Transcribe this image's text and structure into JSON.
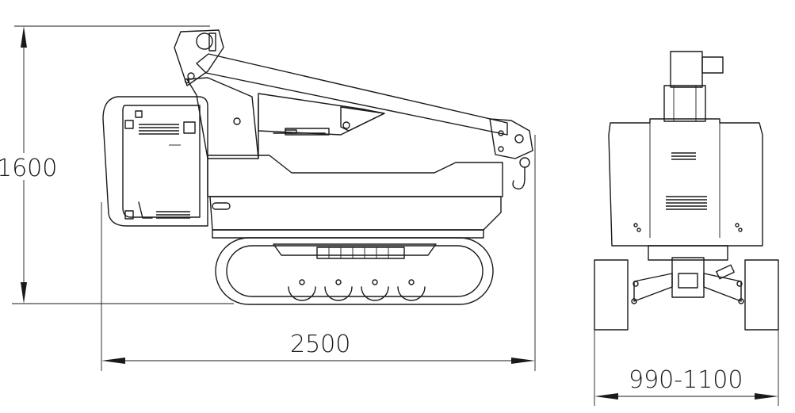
{
  "dimensions": {
    "height": "1600",
    "length": "2500",
    "track_width": "990-1100"
  },
  "views": [
    {
      "name": "side-view"
    },
    {
      "name": "front-view"
    }
  ],
  "colors": {
    "line": "#1a1a1a",
    "background": "#ffffff"
  }
}
